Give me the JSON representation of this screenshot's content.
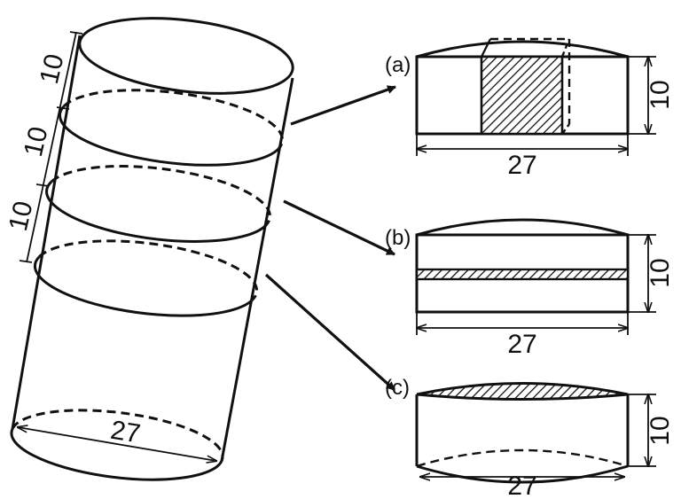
{
  "cylinder": {
    "segment_labels": [
      "10",
      "10",
      "10"
    ],
    "diameter_label": "27"
  },
  "samples": [
    {
      "tag": "(a)",
      "width_label": "27",
      "height_label": "10"
    },
    {
      "tag": "(b)",
      "width_label": "27",
      "height_label": "10"
    },
    {
      "tag": "(c)",
      "width_label": "27",
      "height_label": "10"
    }
  ]
}
